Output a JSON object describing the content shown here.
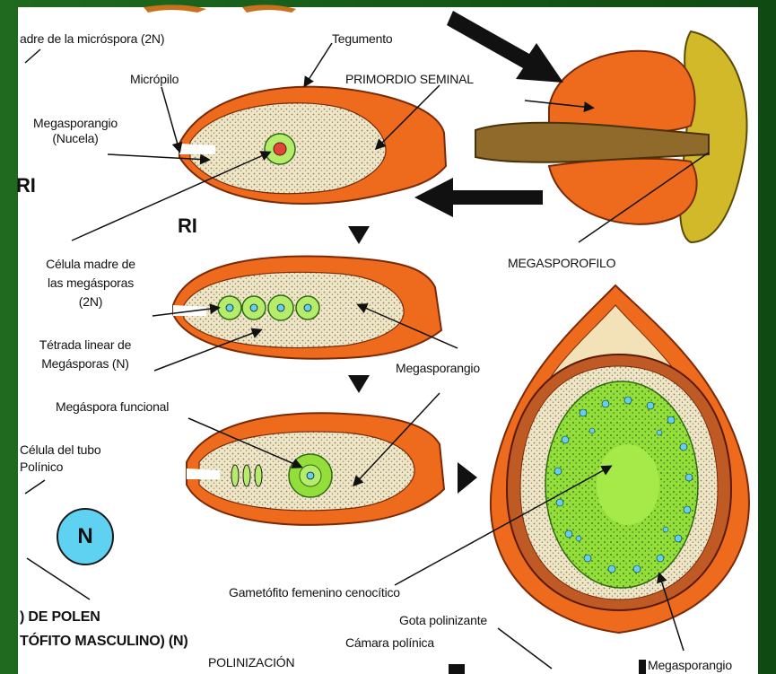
{
  "colors": {
    "integument": "#ee6a1c",
    "integument_outline": "#7a2a08",
    "nucellus": "#efe6c8",
    "gametophyte": "#93de3a",
    "cell": "#b6ec6c",
    "nucleus": "#5fd2f2",
    "background": "#145214",
    "text": "#111111"
  },
  "labels": {
    "microspora_parent": "adre de la micróspora (2N)",
    "tegumento": "Tegumento",
    "micropilo": "Micrópilo",
    "primordio": "PRIMORDIO SEMINAL",
    "megasporangio_nucela_1": "Megasporangio",
    "megasporangio_nucela_2": "(Nucela)",
    "ri_left": "RI",
    "ri_mid": "RI",
    "megasporofilo": "MEGASPOROFILO",
    "celula_madre_1": "Célula madre de",
    "celula_madre_2": "las megásporas",
    "celula_madre_3": "(2N)",
    "tetrada_1": "Tétrada linear de",
    "tetrada_2": "Megásporas (N)",
    "megasporangio_mid": "Megasporangio",
    "megaspora_funcional": "Megáspora funcional",
    "celula_tubo_1": "Célula del tubo",
    "celula_tubo_2": "Polínico",
    "n_badge": "N",
    "gametofito": "Gametófito femenino cenocítico",
    "de_polen": ") DE POLEN",
    "gota": "Gota polinizante",
    "tofito": "TÓFITO MASCULINO) (N)",
    "camara": "Cámara polínica",
    "polinizacion": "POLINIZACIÓN",
    "megasporangio_bottom": "Megasporangio"
  }
}
